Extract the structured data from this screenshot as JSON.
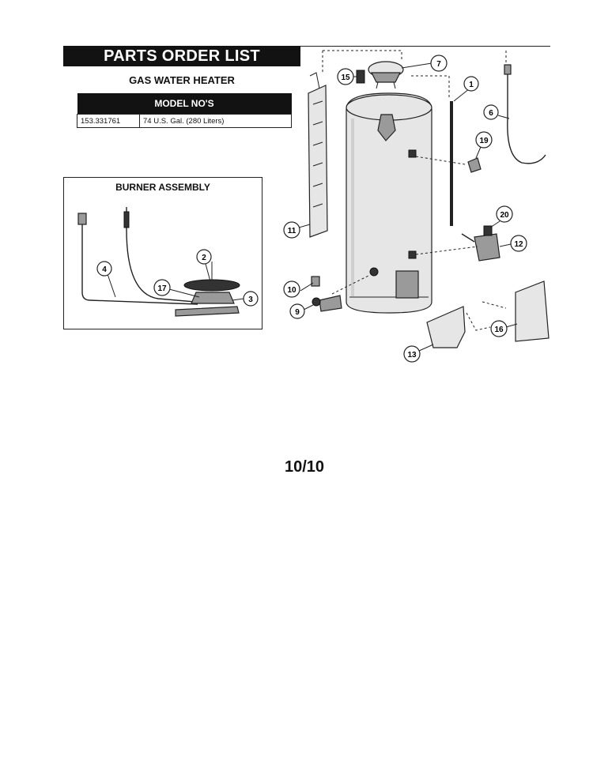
{
  "header": {
    "title": "PARTS ORDER LIST",
    "subtitle": "GAS WATER HEATER"
  },
  "model_table": {
    "header": "MODEL NO'S",
    "rows": [
      {
        "model": "153.331761",
        "description": "74 U.S. Gal. (280 Liters)"
      }
    ]
  },
  "burner_assembly": {
    "title": "BURNER ASSEMBLY",
    "callouts": [
      "2",
      "3",
      "4",
      "17"
    ]
  },
  "diagram": {
    "callouts": [
      "1",
      "6",
      "7",
      "9",
      "10",
      "11",
      "12",
      "13",
      "15",
      "16",
      "19",
      "20"
    ]
  },
  "footer": {
    "page": "10/10"
  }
}
